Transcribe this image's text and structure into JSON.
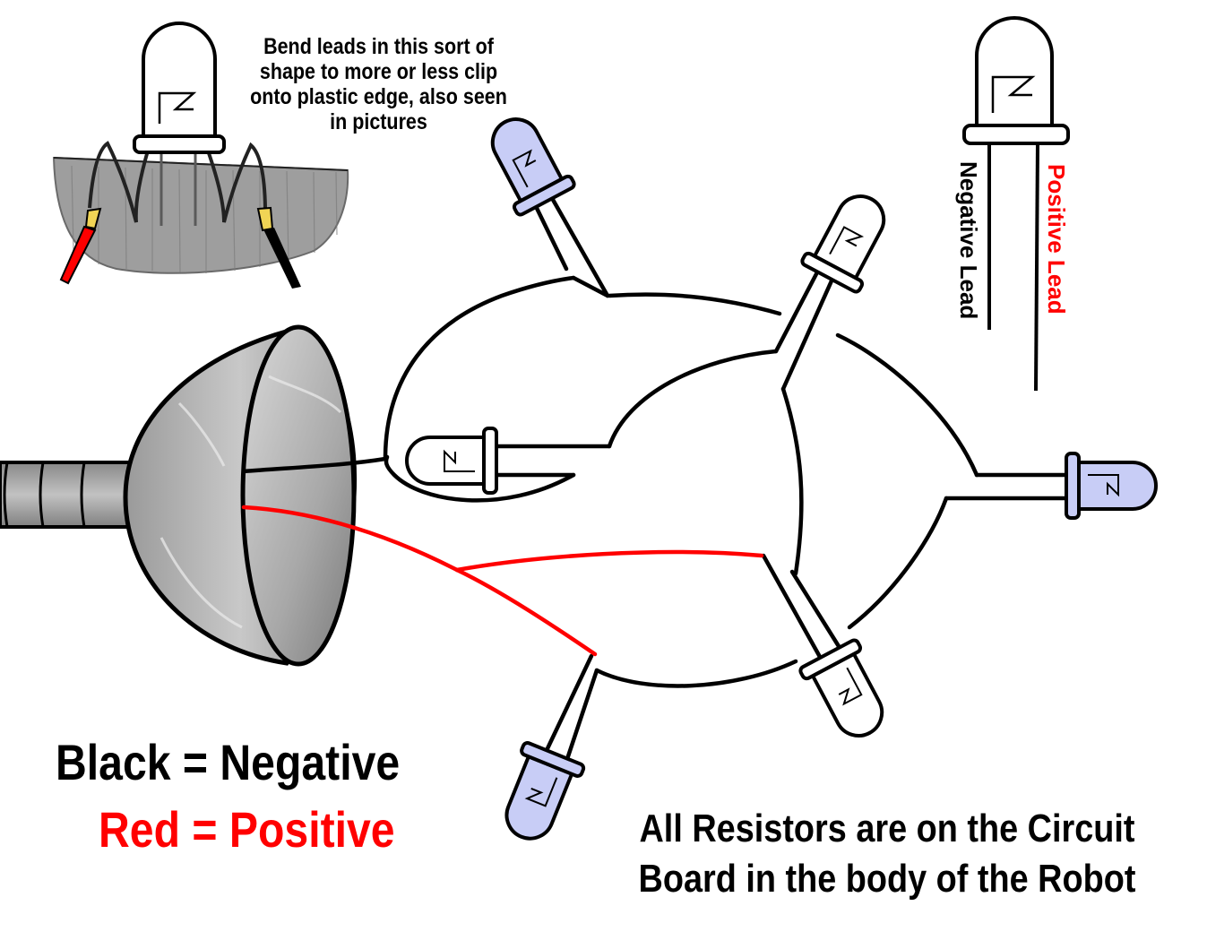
{
  "notes": {
    "bend_leads": "Bend leads in this sort of shape to more or less clip onto plastic edge, also seen in pictures",
    "resistors": "All Resistors are on the Circuit Board in the body of the Robot"
  },
  "legend": {
    "black": "Black = Negative",
    "red": "Red = Positive"
  },
  "led_leads": {
    "negative": "Negative Lead",
    "positive": "Positive Lead"
  },
  "colors": {
    "negative_wire": "#000000",
    "positive_wire": "#ff0000",
    "led_blue": "#c8cdf6",
    "led_white": "#ffffff",
    "shell_grey": "#a7a7a7",
    "plastic_grey": "#9a9a9a"
  }
}
